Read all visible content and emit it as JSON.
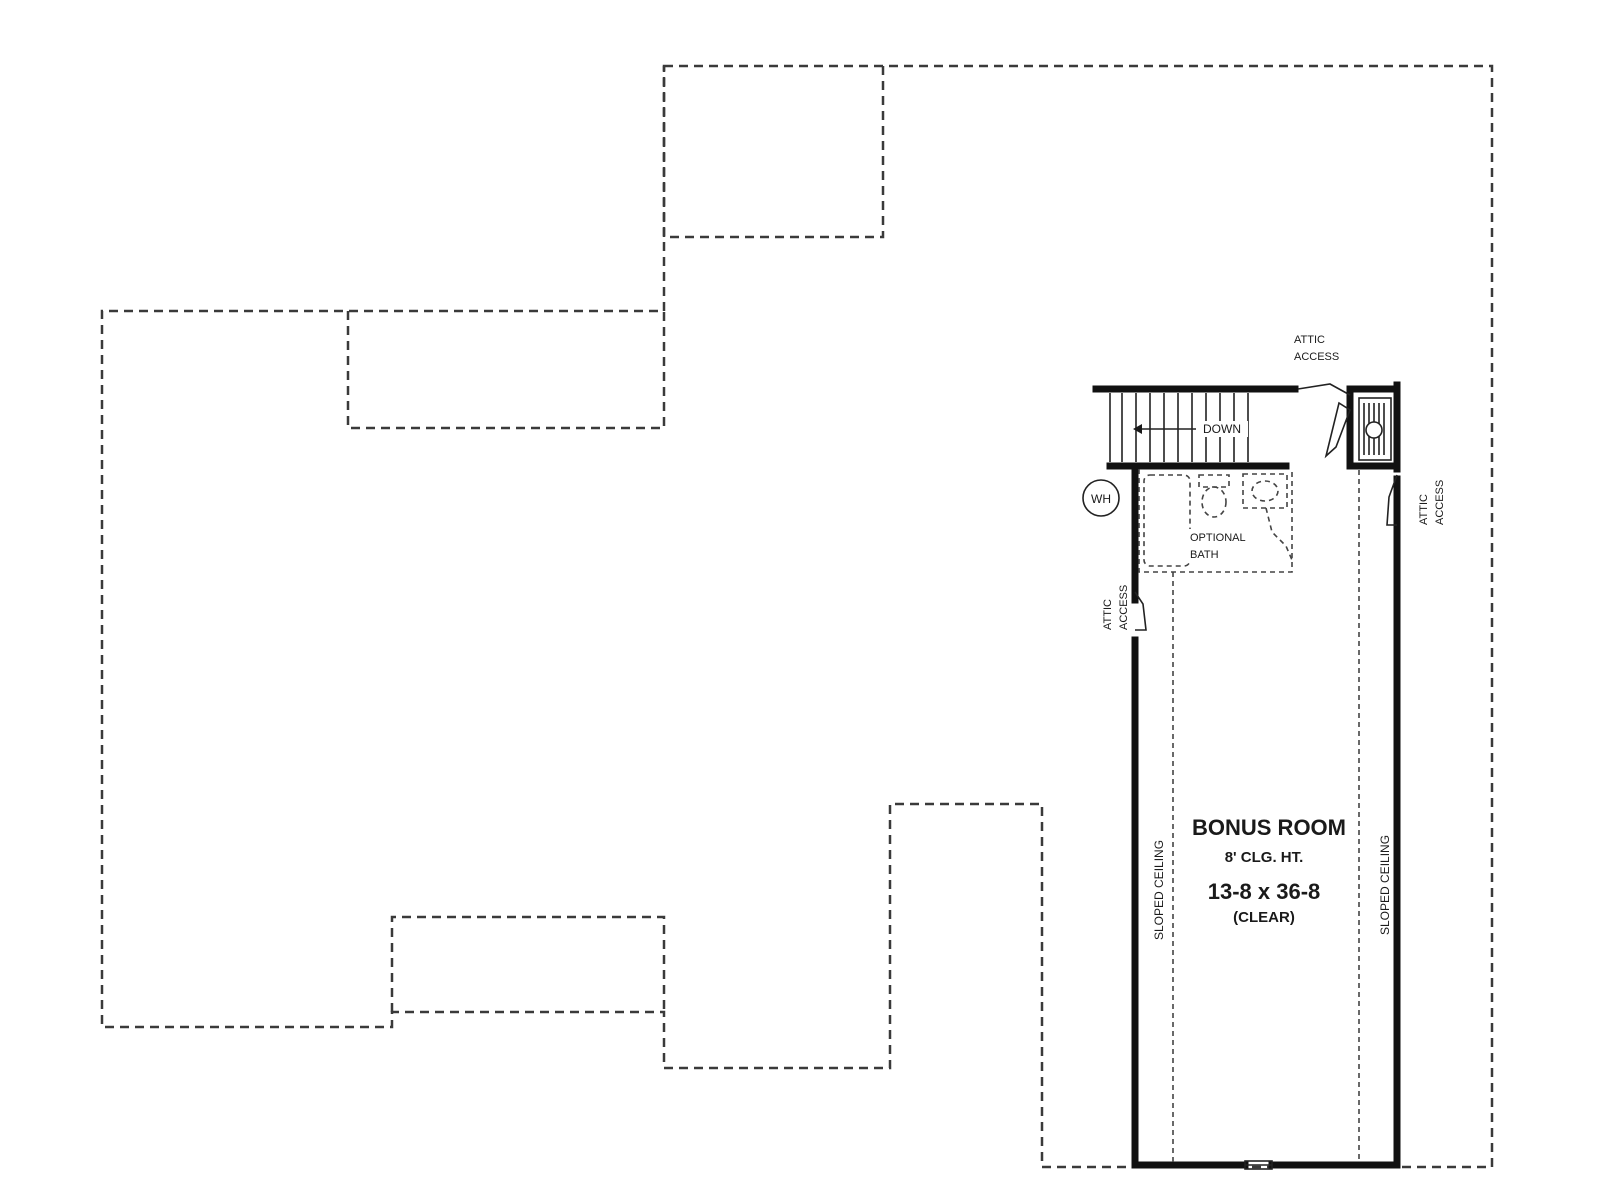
{
  "plan": {
    "room": {
      "name": "BONUS ROOM",
      "ceiling": "8' CLG. HT.",
      "dimensions": "13-8 x 36-8",
      "note": "(CLEAR)"
    },
    "labels": {
      "stairs": "DOWN",
      "water_heater": "WH",
      "bath_line1": "OPTIONAL",
      "bath_line2": "BATH",
      "attic_top_line1": "ATTIC",
      "attic_top_line2": "ACCESS",
      "attic_right_line1": "ATTIC",
      "attic_right_line2": "ACCESS",
      "attic_left_line1": "ATTIC",
      "attic_left_line2": "ACCESS",
      "sloped_left": "SLOPED CEILING",
      "sloped_right": "SLOPED CEILING"
    }
  }
}
